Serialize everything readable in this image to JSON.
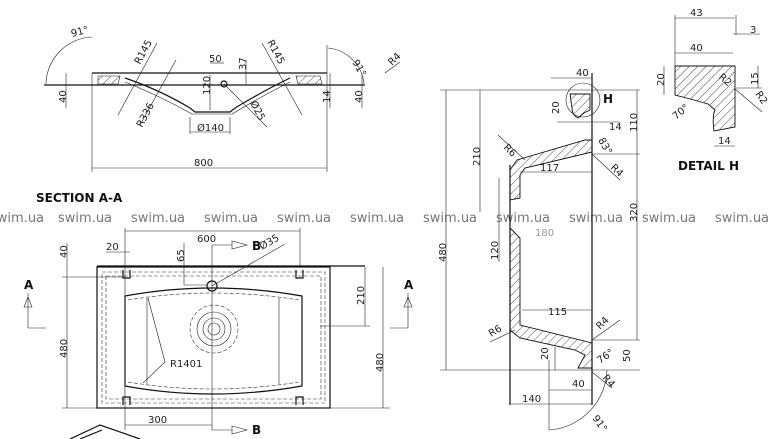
{
  "watermark": "swim.ua",
  "titles": {
    "section_aa": "SECTION A-A",
    "detail_h": "DETAIL H",
    "marker_a": "A",
    "marker_b": "B",
    "marker_h": "H"
  },
  "section_aa": {
    "angle_left": "91°",
    "angle_right": "91°",
    "r145_left": "R145",
    "r145_right": "R145",
    "r336": "R336",
    "w50": "50",
    "h37": "37",
    "h120": "120",
    "d25": "Ø25",
    "d140": "Ø140",
    "h40_left": "40",
    "h40_right": "40",
    "h14": "14",
    "r4": "R4",
    "w800": "800"
  },
  "plan": {
    "w600": "600",
    "w20": "20",
    "h40": "40",
    "h65": "65",
    "d35": "Ø35",
    "h210": "210",
    "h480_left": "480",
    "h480_right": "480",
    "r1401": "R1401",
    "w300": "300"
  },
  "section_bb": {
    "w40": "40",
    "h20_top": "20",
    "w14": "14",
    "h110": "110",
    "h210": "210",
    "r6_top": "R6",
    "a83": "83°",
    "w117": "117",
    "r4_top": "R4",
    "h120": "120",
    "w180": "180",
    "h320": "320",
    "h480": "480",
    "w115": "115",
    "r4_bot": "R4",
    "r6_bot": "R6",
    "h20_bot": "20",
    "a76": "76°",
    "h50": "50",
    "r4_low": "R4",
    "w40_bot": "40",
    "w140": "140",
    "a91": "91°"
  },
  "detail": {
    "w43": "43",
    "w3": "3",
    "w40": "40",
    "h20": "20",
    "h15": "15",
    "r2a": "R2",
    "r2b": "R2",
    "a70": "70°",
    "w14": "14"
  }
}
